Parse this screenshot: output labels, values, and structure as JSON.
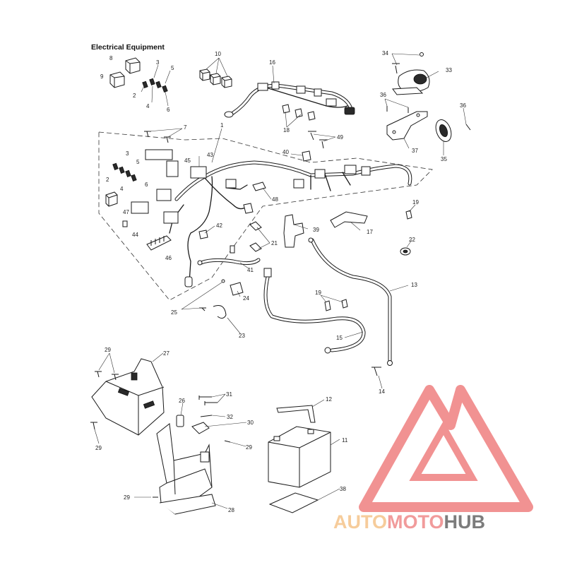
{
  "title": "Electrical Equipment",
  "part_labels": [
    {
      "text": "8"
    },
    {
      "text": "3"
    },
    {
      "text": "5"
    },
    {
      "text": "9"
    },
    {
      "text": "2"
    },
    {
      "text": "4"
    },
    {
      "text": "6"
    },
    {
      "text": "10"
    },
    {
      "text": "16"
    },
    {
      "text": "34"
    },
    {
      "text": "33"
    },
    {
      "text": "36"
    },
    {
      "text": "36"
    },
    {
      "text": "7"
    },
    {
      "text": "1"
    },
    {
      "text": "18"
    },
    {
      "text": "49"
    },
    {
      "text": "37"
    },
    {
      "text": "35"
    },
    {
      "text": "3"
    },
    {
      "text": "45"
    },
    {
      "text": "43"
    },
    {
      "text": "40"
    },
    {
      "text": "5"
    },
    {
      "text": "2"
    },
    {
      "text": "4"
    },
    {
      "text": "6"
    },
    {
      "text": "48"
    },
    {
      "text": "19"
    },
    {
      "text": "47"
    },
    {
      "text": "42"
    },
    {
      "text": "39"
    },
    {
      "text": "17"
    },
    {
      "text": "44"
    },
    {
      "text": "21"
    },
    {
      "text": "22"
    },
    {
      "text": "46"
    },
    {
      "text": "41"
    },
    {
      "text": "13"
    },
    {
      "text": "24"
    },
    {
      "text": "19"
    },
    {
      "text": "25"
    },
    {
      "text": "23"
    },
    {
      "text": "15"
    },
    {
      "text": "14"
    },
    {
      "text": "29"
    },
    {
      "text": "27"
    },
    {
      "text": "31"
    },
    {
      "text": "26"
    },
    {
      "text": "32"
    },
    {
      "text": "12"
    },
    {
      "text": "30"
    },
    {
      "text": "29"
    },
    {
      "text": "11"
    },
    {
      "text": "29"
    },
    {
      "text": "38"
    },
    {
      "text": "29"
    },
    {
      "text": "28"
    }
  ],
  "watermark": {
    "line1": "AUTO",
    "line2": "MOTO",
    "line3": "HUB",
    "color_auto": "#f5c48a",
    "color_moto": "#ef8a8a",
    "color_hub": "#666666",
    "triangle_color": "#ef7f7f"
  }
}
